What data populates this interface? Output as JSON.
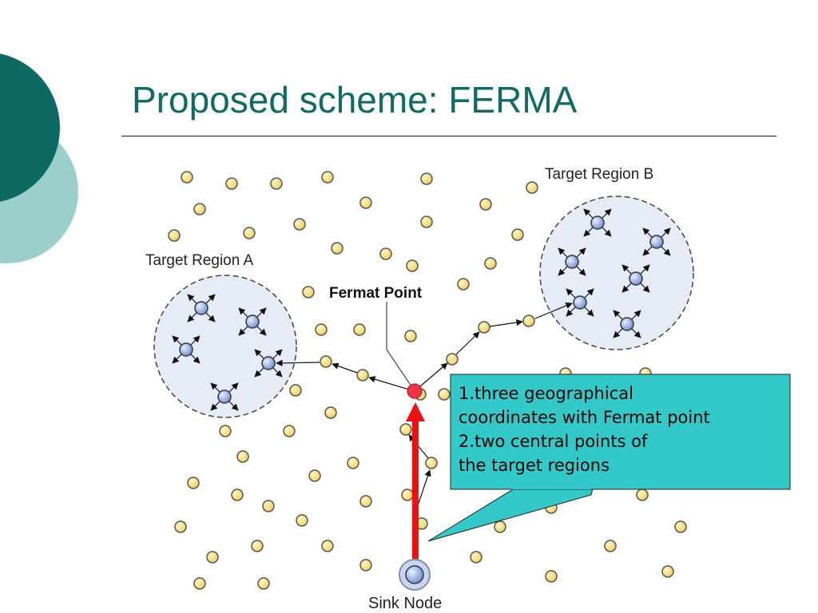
{
  "slide": {
    "title": "Proposed scheme: FERMA"
  },
  "diagram": {
    "labels": {
      "target_region_a": "Target Region A",
      "target_region_b": "Target Region B",
      "fermat_point": "Fermat Point",
      "sink_node": "Sink Node"
    },
    "callout": {
      "lines": [
        "1.three geographical",
        "coordinates with Fermat point",
        "2.two central points of",
        "the target regions"
      ]
    },
    "colors": {
      "theme_dark": "#0d6a63",
      "theme_light": "#9ccfcc",
      "title": "#0f6b63",
      "sensor_node": "#f3d873",
      "fermat_point": "#ee3344",
      "route_arrow": "#ee1111",
      "callout_fill": "#33c9c9",
      "region_fill": "#e6ecf6"
    }
  }
}
